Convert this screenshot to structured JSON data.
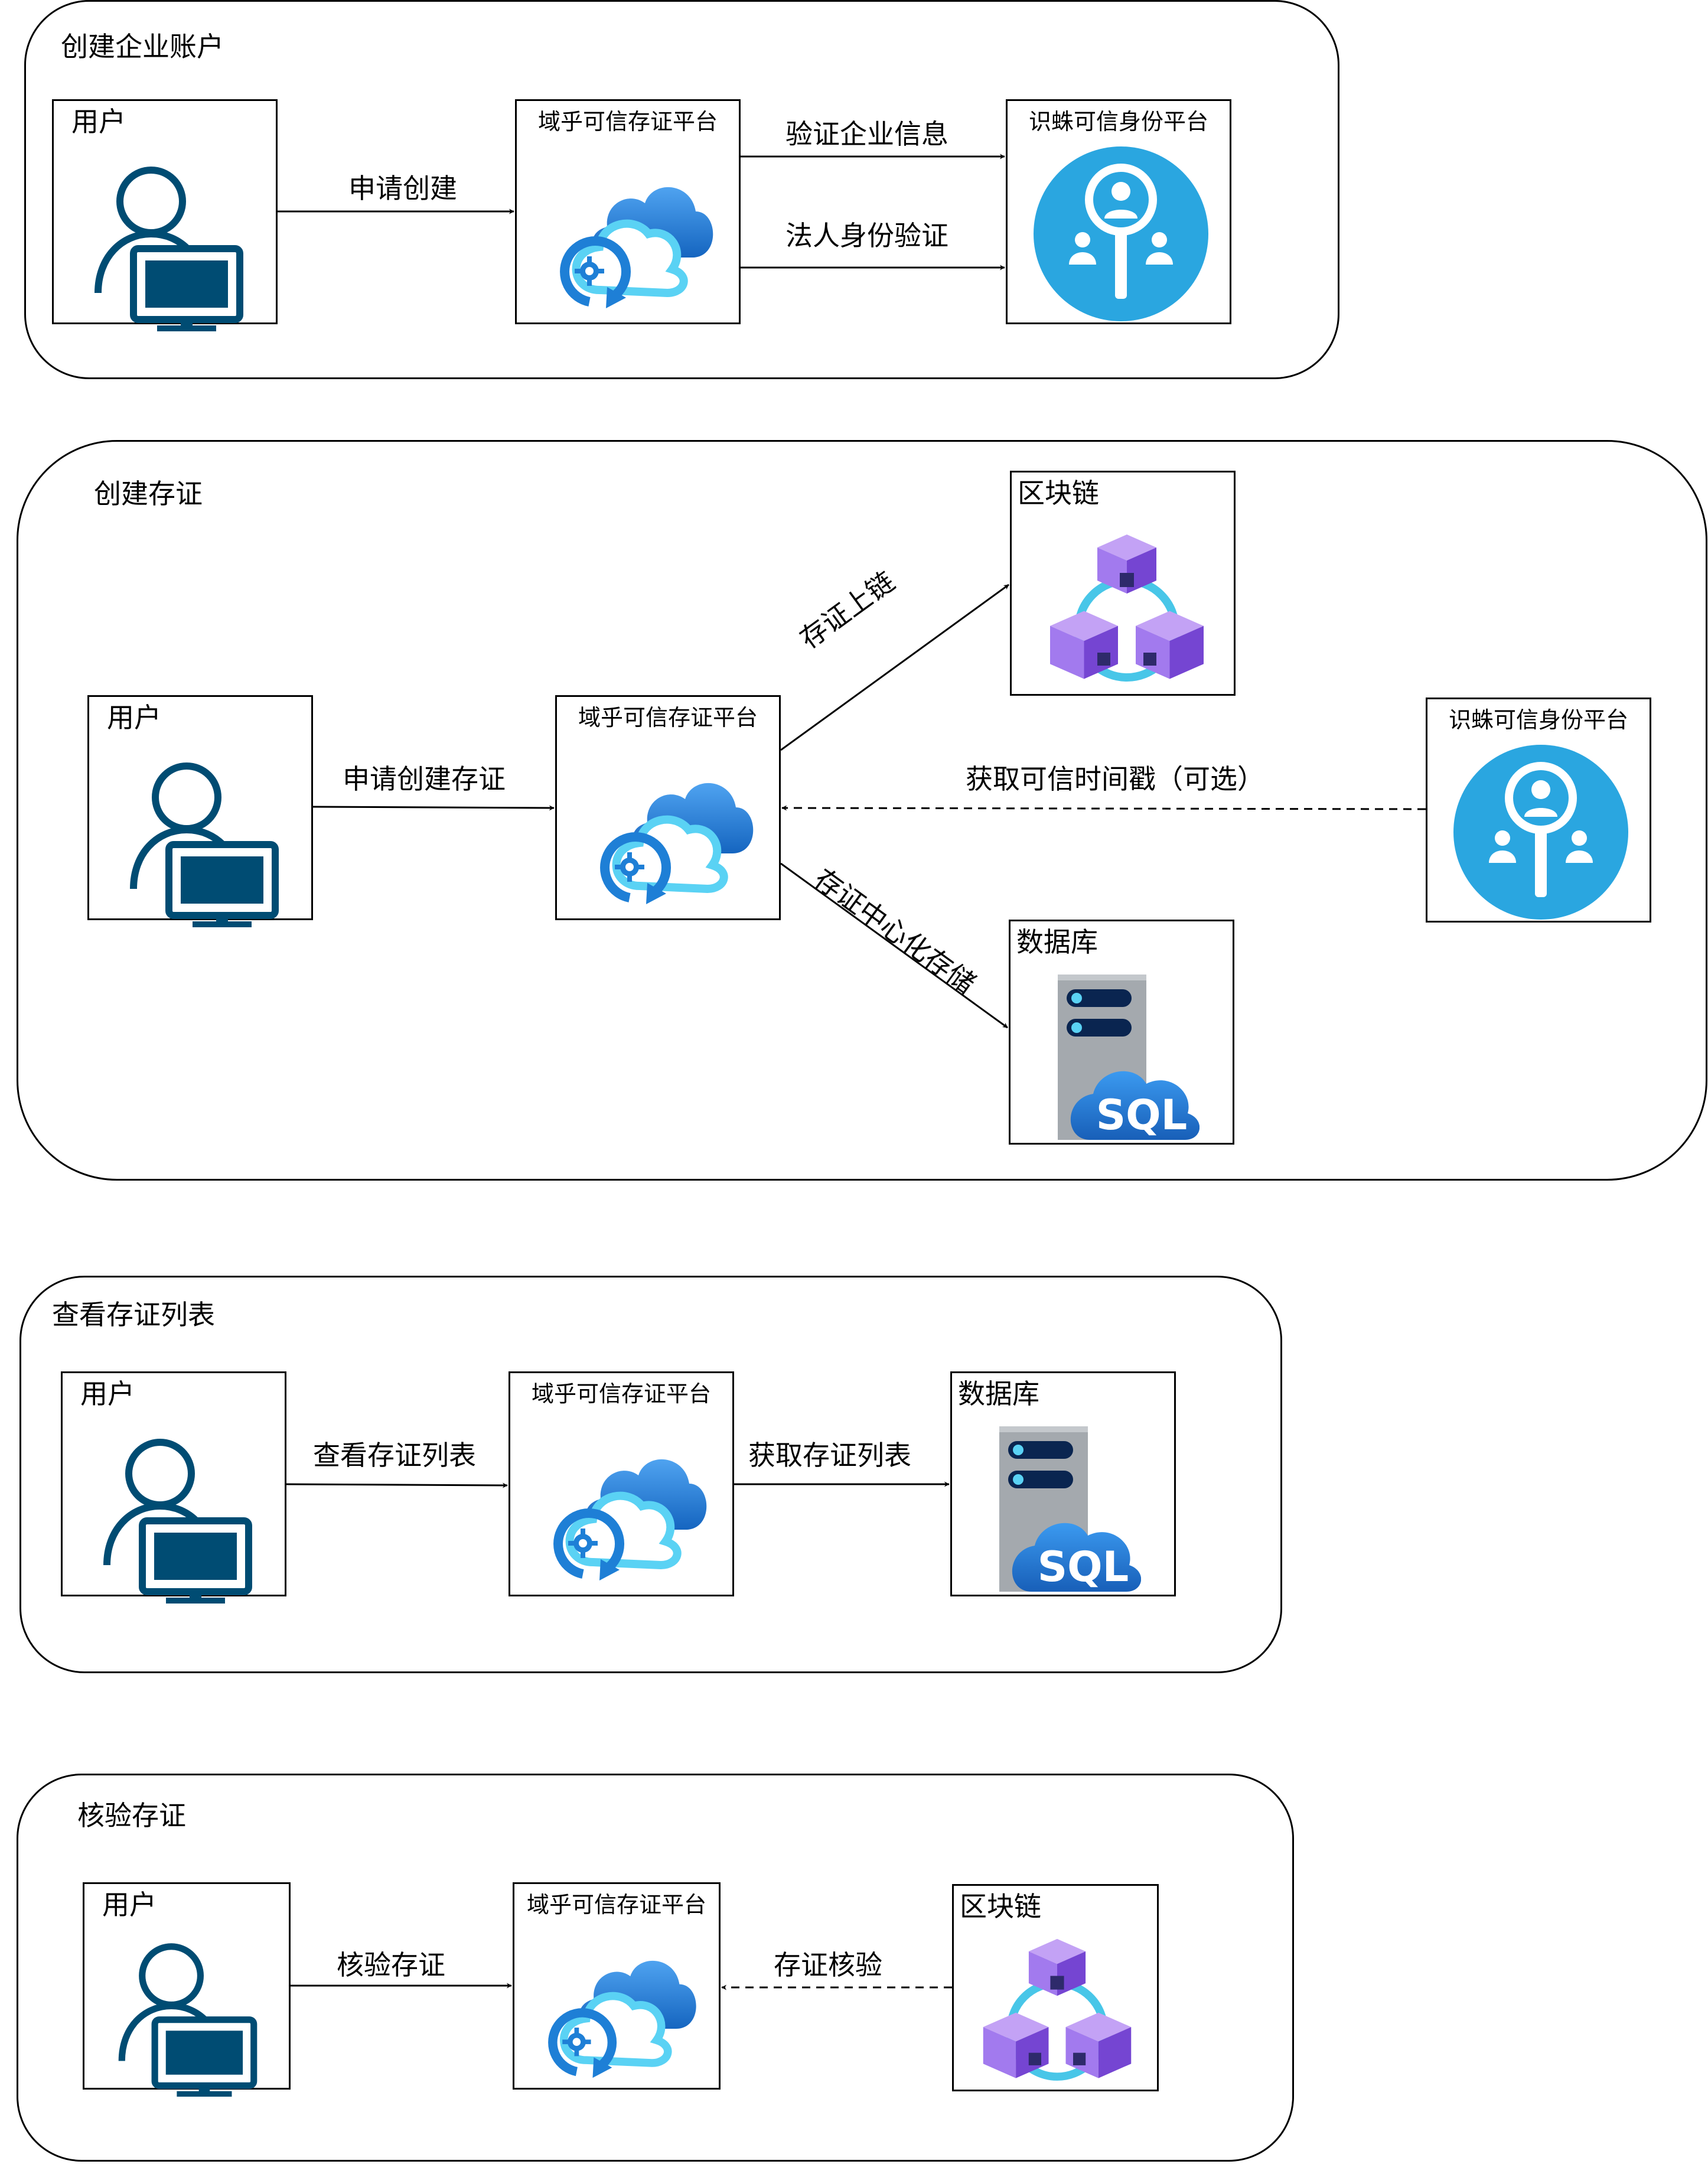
{
  "groups": [
    {
      "title": "创建企业账户"
    },
    {
      "title": "创建存证"
    },
    {
      "title": "查看存证列表"
    },
    {
      "title": "核验存证"
    }
  ],
  "nodes": {
    "user": "用户",
    "platform": "域乎可信存证平台",
    "identity": "识蛛可信身份平台",
    "blockchain": "区块链",
    "database": "数据库"
  },
  "edges": {
    "g1_apply": "申请创建",
    "g1_verify_company": "验证企业信息",
    "g1_verify_legal": "法人身份验证",
    "g2_apply": "申请创建存证",
    "g2_onchain": "存证上链",
    "g2_timestamp": "获取可信时间戳（可选）",
    "g2_central": "存证中心化存储",
    "g3_view": "查看存证列表",
    "g3_fetch": "获取存证列表",
    "g4_verify": "核验存证",
    "g4_check": "存证核验"
  },
  "icons": {
    "user": "user-computer-icon",
    "platform": "cloud-gear-icon",
    "identity": "identity-search-icon",
    "blockchain": "blockchain-cubes-icon",
    "database": "sql-database-icon"
  },
  "colors": {
    "user_icon": "#004c73",
    "cloud_dark": "#1e7fd6",
    "cloud_light": "#5ad2f4",
    "identity": "#2aa6e0",
    "cube": "#9b6be8",
    "cube_dark": "#6b3fc8",
    "ring": "#48c6e8",
    "server": "#a4a9ae",
    "sql_cloud": "#1f78d1"
  }
}
